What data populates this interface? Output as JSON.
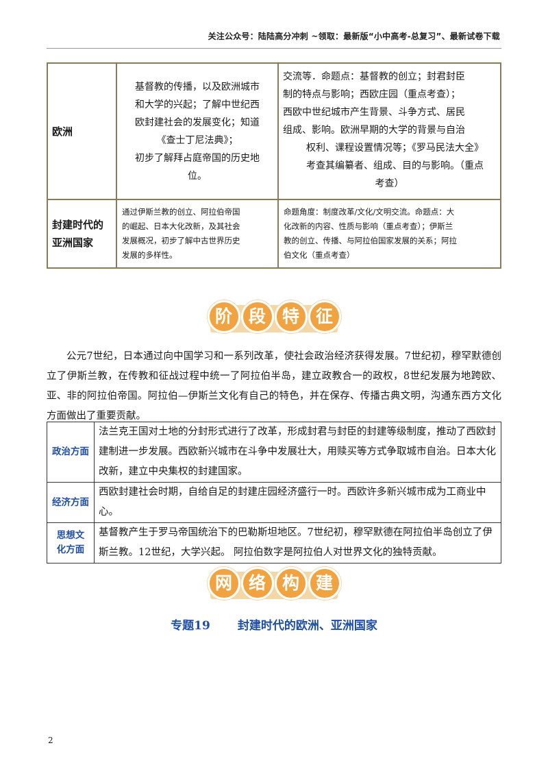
{
  "header": {
    "text": "关注公众号：陆陆高分冲刺 ~领取：最新版“小中高考-总复习”、最新试卷下载"
  },
  "table_top": {
    "rows": [
      {
        "label": "欧洲",
        "col2": [
          "基督教的传播，以及欧洲城市",
          "和大学的兴起；了解中世纪西",
          "欧封建社会的发展变化；知道",
          "《查士丁尼法典》；",
          "初步了解拜占庭帝国的历史地",
          "位。"
        ],
        "col3": [
          "交流等．命题点：基督教的创立；封君封臣",
          "制的特点与影响；西欧庄园（重点考查）；",
          "西欧中世纪城市产生背景、斗争方式、居民",
          "组成、影响。欧洲早期的大学的背景与自治",
          "权利、课程设置情况等；《罗马民法大全》",
          "考查其编纂者、组成、目的与影响。（重点",
          "考查）"
        ]
      },
      {
        "label": "封建时代的亚洲国家",
        "label_lines": [
          "封建时代的",
          "亚洲国家"
        ],
        "col2": [
          "通过伊斯兰教的创立、阿拉伯帝国",
          "的崛起、日本大化改新，及其社会",
          "发展概况，初步了解中古世界历史",
          "发展的多样性。"
        ],
        "col3": [
          "命题角度：制度改革/文化/文明交流。命题点：大",
          "化改新的内容、性质与影响（重点考查）；伊斯兰",
          "教的创立、传播、与阿拉伯国家发展的关系；阿拉",
          "伯文化（重点考查）"
        ]
      }
    ]
  },
  "section1": {
    "chars": [
      "阶",
      "段",
      "特",
      "征"
    ]
  },
  "paragraph": "公元7世纪，日本通过向中国学习和一系列改革，使社会政治经济获得发展。7世纪初，穆罕默德创立了伊斯兰教，在传教和征战过程中统一了阿拉伯半岛，建立政教合一的政权，8世纪发展为地跨欧、亚、非的阿拉伯帝国。阿拉伯—伊斯兰文化有自己的特色，并在保存、传播古典文明，沟通东西方文化方面做出了重要贡献。",
  "features": [
    {
      "key": "政治方面",
      "key_lines": [
        "政治方面"
      ],
      "text": "法兰克王国对土地的分封形式进行了改革，形成封君与封臣的封建等级制度，推动了西欧封建制进一步发展。西欧新兴城市在斗争中发展壮大，用赎买等方式争取城市自治。日本大化改新，建立中央集权的封建国家。"
    },
    {
      "key": "经济方面",
      "key_lines": [
        "经济方面"
      ],
      "text": "西欧封建社会时期，自给自足的封建庄园经济盛行一时。西欧许多新兴城市成为工商业中心。"
    },
    {
      "key": "思想文化方面",
      "key_lines": [
        "思想文",
        "化方面"
      ],
      "text": "基督教产生于罗马帝国统治下的巴勒斯坦地区。7世纪初，穆罕默德在阿拉伯半岛创立了伊斯兰教。12世纪，大学兴起。 阿拉伯数字是阿拉伯人对世界文化的独特贡献。"
    }
  ],
  "section2": {
    "chars": [
      "网",
      "络",
      "构",
      "建"
    ]
  },
  "topic": {
    "number": "专题19",
    "title": "封建时代的欧洲、亚洲国家"
  },
  "page_number": "2",
  "colors": {
    "badge": "#f0a340",
    "badge_bar": "#f3d7a6",
    "accent_blue": "#1f4ea8",
    "table_border": "#8a7a55"
  }
}
